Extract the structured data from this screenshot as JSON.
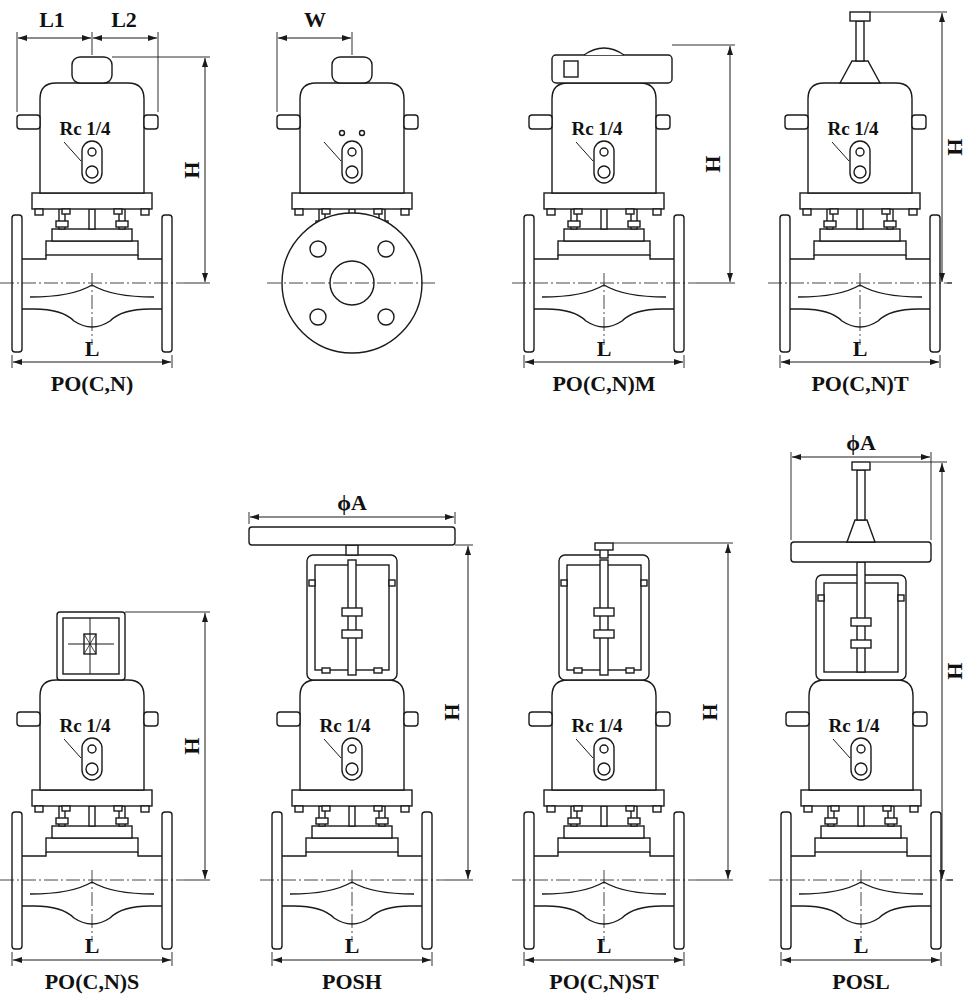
{
  "diagram": {
    "labels": [
      "L1",
      "L2",
      "Rc 1/4",
      "H",
      "L",
      "PO(C,N)",
      "W",
      "Rc 1/4",
      "H",
      "L",
      "PO(C,N)M",
      "Rc 1/4",
      "H",
      "L",
      "PO(C,N)T",
      "Rc 1/4",
      "H",
      "L",
      "PO(C,N)S",
      "ϕA",
      "Rc 1/4",
      "H",
      "L",
      "POSH",
      "Rc 1/4",
      "H",
      "L",
      "PO(C,N)ST",
      "ϕA",
      "Rc 1/4",
      "H",
      "L",
      "POSL"
    ]
  }
}
